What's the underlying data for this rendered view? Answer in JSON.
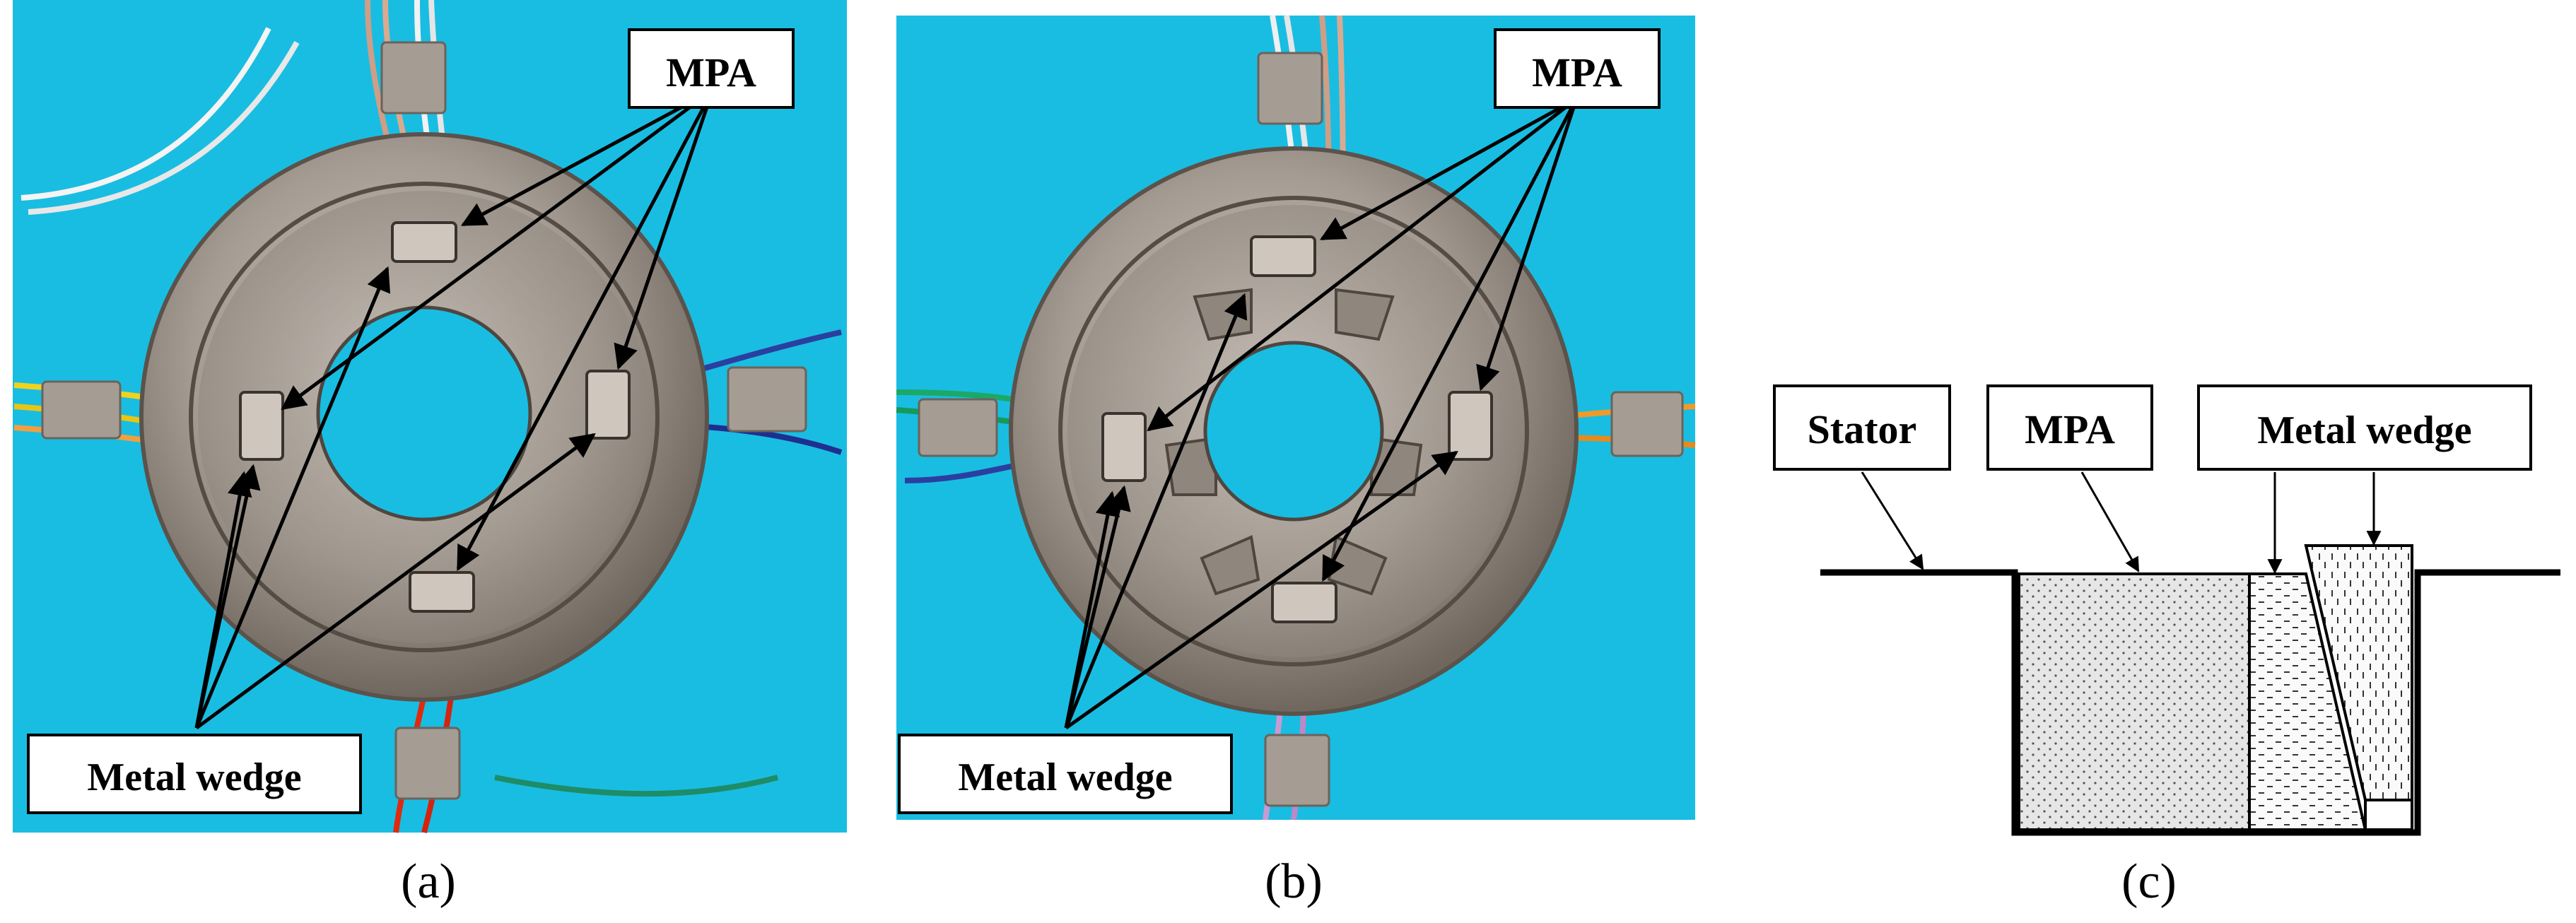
{
  "colors": {
    "background": "#ffffff",
    "photo_bg": "#17b9e0",
    "metal": "#9a9088",
    "metal_dark": "#6c625a",
    "mpa_fill": "#e2e2e2",
    "wedge_fill": "#f5f5f5"
  },
  "panels": [
    {
      "caption": "(a)",
      "label_top": "MPA",
      "label_bottom": "Metal wedge"
    },
    {
      "caption": "(b)",
      "label_top": "MPA",
      "label_bottom": "Metal wedge"
    },
    {
      "caption": "(c)",
      "labels": [
        "Stator",
        "MPA",
        "Metal wedge"
      ]
    }
  ]
}
